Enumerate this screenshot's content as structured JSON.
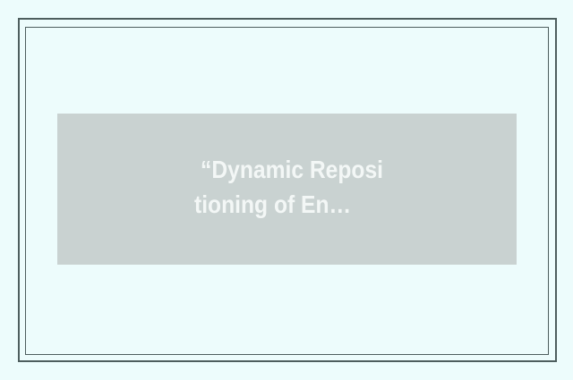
{
  "colors": {
    "page_background": "#edfcfc",
    "frame_border": "#4e5e5e",
    "card_background": "#c9d2d1",
    "title_text": "#f3f7f6"
  },
  "card": {
    "title_visible_text": "“Dynamic Repositioning of En…",
    "title_lines": [
      "“Dynamic Reposi",
      "tioning of En…"
    ]
  }
}
